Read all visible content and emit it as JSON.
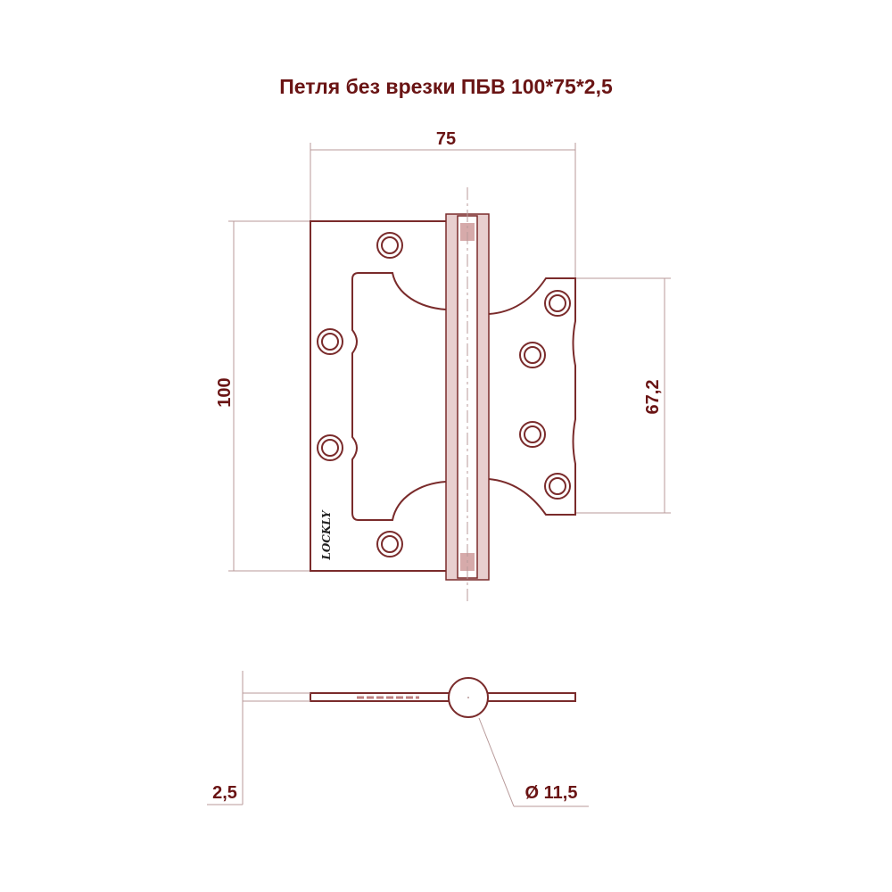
{
  "title": "Петля без врезки ПБВ 100*75*2,5",
  "dimensions": {
    "width": "75",
    "height": "100",
    "leaf_height": "67,2",
    "thickness": "2,5",
    "knuckle_diameter": "Ø 11,5"
  },
  "logo": "LOCKLY",
  "colors": {
    "line": "#7a2b2b",
    "text": "#6a1414"
  }
}
